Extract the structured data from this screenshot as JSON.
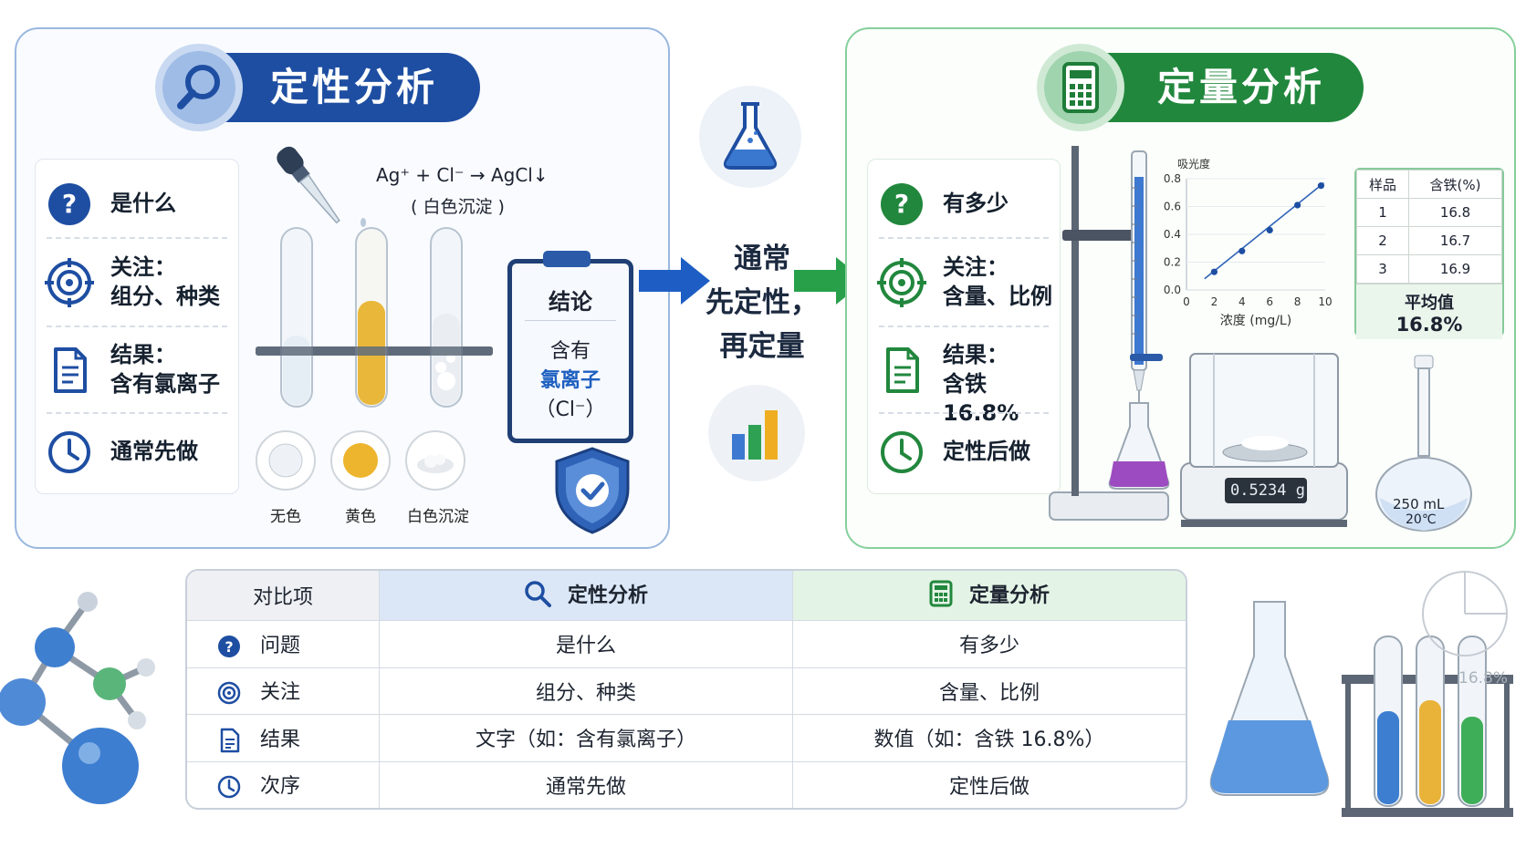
{
  "qualitative": {
    "title": "定性分析",
    "items": [
      {
        "icon": "question-icon",
        "text": "是什么"
      },
      {
        "icon": "target-icon",
        "text": "关注：\n组分、种类"
      },
      {
        "icon": "document-icon",
        "text": "结果：\n含有氯离子"
      },
      {
        "icon": "clock-icon",
        "text": "通常先做"
      }
    ],
    "reaction": "Ag⁺ + Cl⁻ → AgCl↓",
    "reaction_note": "( 白色沉淀 )",
    "tubes": [
      "无色",
      "黄色",
      "白色沉淀"
    ],
    "conclusion_title": "结论",
    "conclusion_line1": "含有",
    "conclusion_line2": "氯离子",
    "conclusion_line3": "（Cl⁻）"
  },
  "middle": {
    "text_line1": "通常",
    "text_line2": "先定性，",
    "text_line3": "再定量"
  },
  "quantitative": {
    "title": "定量分析",
    "items": [
      {
        "icon": "question-icon",
        "text": "有多少"
      },
      {
        "icon": "target-icon",
        "text": "关注：\n含量、比例"
      },
      {
        "icon": "document-icon",
        "text": "结果：\n含铁 16.8%"
      },
      {
        "icon": "clock-icon",
        "text": "定性后做"
      }
    ],
    "balance_reading": "0.5234 g",
    "flask_label_1": "250 mL",
    "flask_label_2": "20℃",
    "sample_table": {
      "headers": [
        "样品",
        "含铁(%)"
      ],
      "rows": [
        [
          "1",
          "16.8"
        ],
        [
          "2",
          "16.7"
        ],
        [
          "3",
          "16.9"
        ]
      ],
      "avg_label": "平均值",
      "avg_value": "16.8%"
    }
  },
  "chart_data": {
    "type": "scatter",
    "title": "",
    "ylabel": "吸光度",
    "xlabel": "浓度 (mg/L)",
    "x_ticks": [
      "0",
      "2",
      "4",
      "6",
      "8",
      "10"
    ],
    "y_ticks": [
      "0.0",
      "0.2",
      "0.4",
      "0.6",
      "0.8"
    ],
    "xlim": [
      0,
      10
    ],
    "ylim": [
      0,
      0.8
    ],
    "x": [
      2,
      4,
      6,
      8,
      9.7
    ],
    "y": [
      0.13,
      0.28,
      0.43,
      0.61,
      0.75
    ],
    "trend_line": true
  },
  "comparison": {
    "headers": [
      "对比项",
      "定性分析",
      "定量分析"
    ],
    "rows": [
      {
        "icon": "question-icon",
        "label": "问题",
        "qual": "是什么",
        "quant": "有多少"
      },
      {
        "icon": "target-icon",
        "label": "关注",
        "qual": "组分、种类",
        "quant": "含量、比例"
      },
      {
        "icon": "document-icon",
        "label": "结果",
        "qual": "文字（如：含有氯离子）",
        "quant": "数值（如：含铁 16.8%）"
      },
      {
        "icon": "clock-icon",
        "label": "次序",
        "qual": "通常先做",
        "quant": "定性后做"
      }
    ]
  },
  "decor": {
    "corner_label": "16.8%"
  },
  "colors": {
    "blue": "#1e4ea2",
    "green": "#21873d",
    "gold": "#e8b530"
  }
}
